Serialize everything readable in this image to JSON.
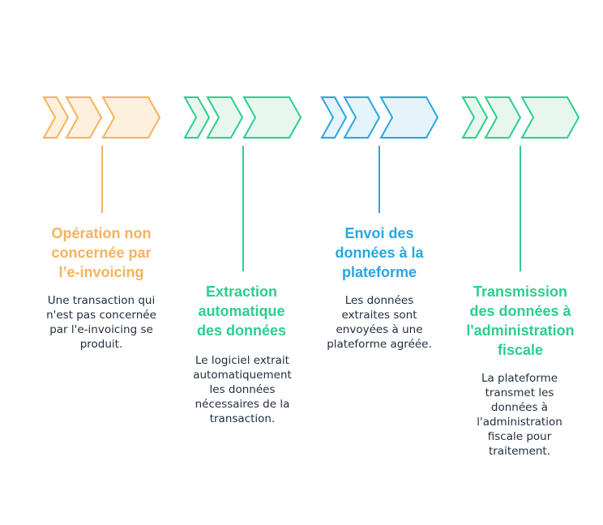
{
  "colors": {
    "orange": "#f6b25c",
    "orange_fill": "#fdf0dd",
    "green": "#2bcf8d",
    "green_fill": "#e7f7ef",
    "blue": "#27a6e0",
    "blue_fill": "#e5f3fa",
    "text": "#1f2d3d"
  },
  "steps": [
    {
      "color_key": "orange",
      "icon": "triple-chevron-arrow",
      "title": "Opération non\nconcernée par\nl’e-invoicing",
      "description": "Une transaction qui\nn'est pas concernée\npar l'e-invoicing se\nproduit."
    },
    {
      "color_key": "green",
      "icon": "triple-chevron-arrow",
      "title": "Extraction\nautomatique\ndes données",
      "description": "Le logiciel extrait\nautomatiquement\nles données\nnécessaires de la\ntransaction."
    },
    {
      "color_key": "blue",
      "icon": "triple-chevron-arrow",
      "title": "Envoi des\ndonnées à la\nplateforme",
      "description": "Les données\nextraites sont\nenvoyées à une\nplateforme agréée."
    },
    {
      "color_key": "green",
      "icon": "triple-chevron-arrow",
      "title": "Transmission\ndes données à\nl'administration\nfiscale",
      "description": "La plateforme\ntransmet les\ndonnées à\nl'administration\nfiscale pour\ntraitement."
    }
  ]
}
